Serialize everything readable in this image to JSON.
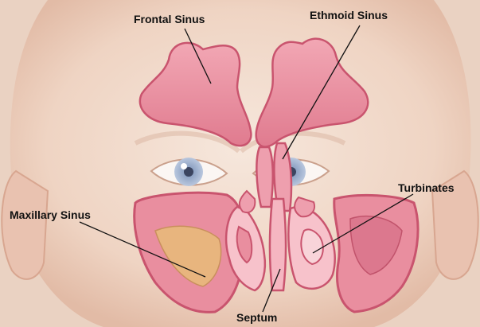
{
  "labels": {
    "frontal": "Frontal Sinus",
    "ethmoid": "Ethmoid Sinus",
    "maxillary": "Maxillary Sinus",
    "turbinates": "Turbinates",
    "septum": "Septum"
  },
  "colors": {
    "skin": "#f2dccd",
    "sinus_fill": "#e98e9f",
    "sinus_edge": "#c9546e",
    "cavity_light": "#f7c2cb",
    "fluid": "#e8b57e",
    "iris": "#9eb2cf"
  }
}
